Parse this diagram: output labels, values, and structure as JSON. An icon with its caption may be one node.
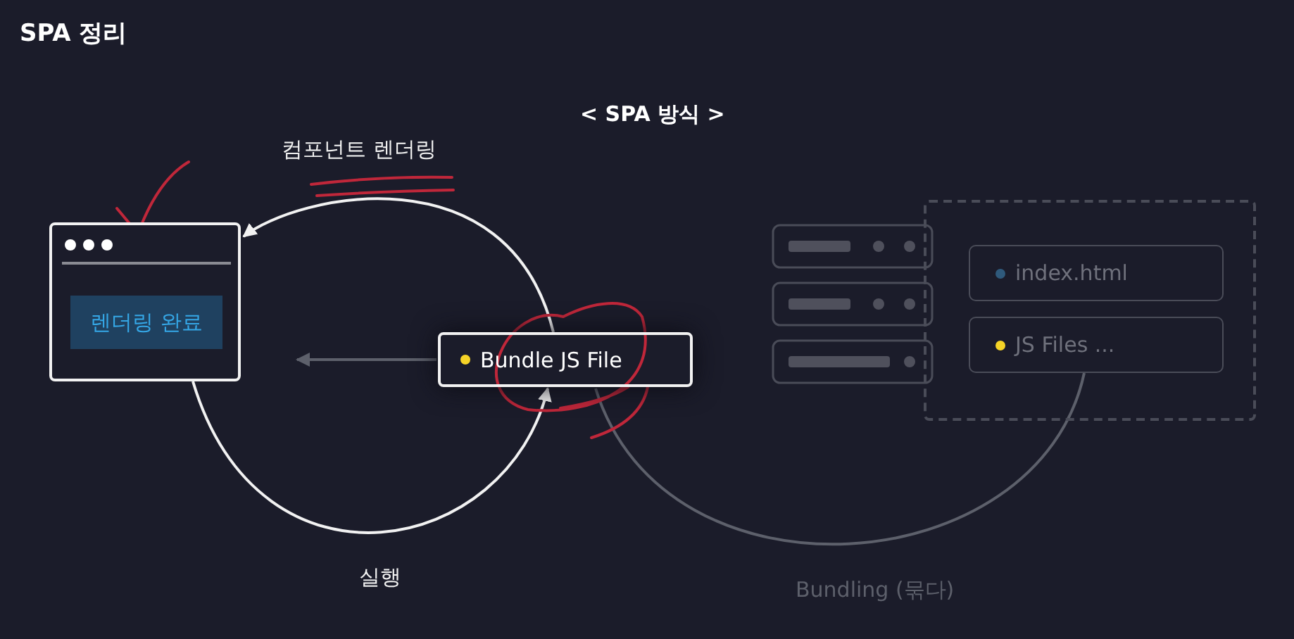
{
  "diagram": {
    "title": "SPA 정리",
    "nodes": [
      {
        "text": [],
        "shape": "box"
      },
      {
        "text": [
          "렌더링 완료"
        ],
        "in": 0
      },
      {
        "text": [
          "Bundle JS File"
        ]
      },
      {
        "text": [],
        "shape": "box"
      },
      {
        "text": [
          "index.html"
        ],
        "in": 3
      },
      {
        "text": [
          "JS Files ..."
        ],
        "in": 3
      }
    ],
    "edges": [
      {
        "from": 2,
        "to": 0,
        "arrow": "to",
        "label": "컴포넌트 렌더링"
      },
      {
        "from": 0,
        "to": 2,
        "arrow": "to",
        "label": "실행"
      },
      {
        "from": 2,
        "to": 0,
        "arrow": "to",
        "color": "#5d606b"
      },
      {
        "from": 5,
        "to": 2,
        "arrow": "none",
        "label": "Bundling (묶다)",
        "color": "#5d606b"
      }
    ],
    "labels": [
      "< SPA 방식 >"
    ]
  }
}
